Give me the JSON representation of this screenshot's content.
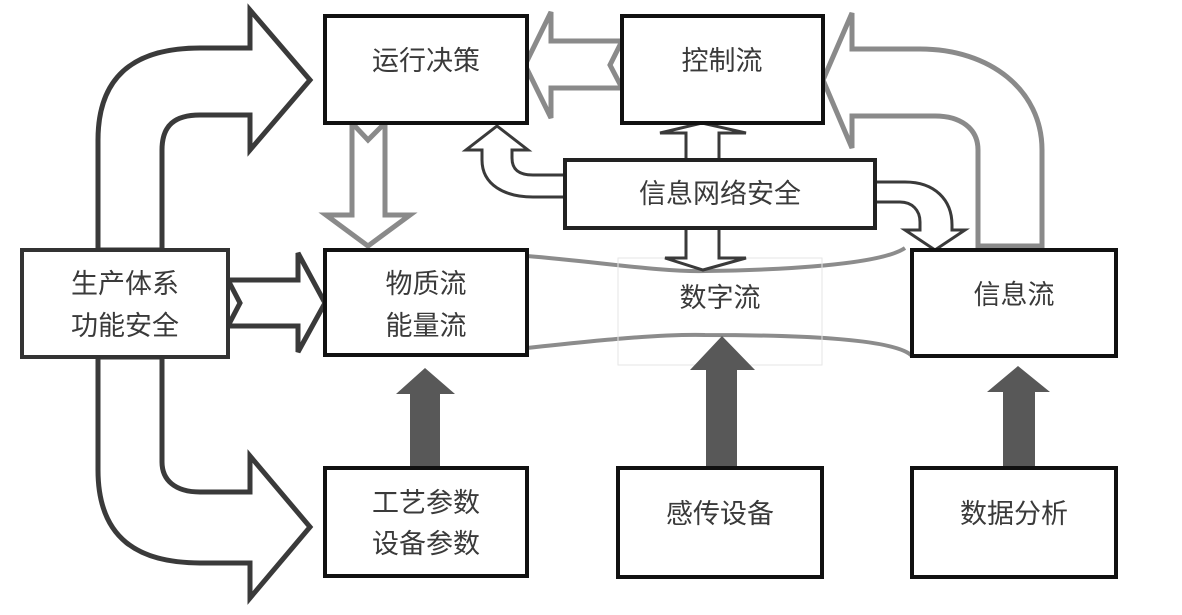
{
  "diagram": {
    "nodes": {
      "decision": {
        "lines": [
          "运行决策"
        ]
      },
      "control_flow": {
        "lines": [
          "控制流"
        ]
      },
      "info_network_security": {
        "lines": [
          "信息网络安全"
        ]
      },
      "production_safety": {
        "lines": [
          "生产体系",
          "功能安全"
        ]
      },
      "material_energy_flow": {
        "lines": [
          "物质流",
          "能量流"
        ]
      },
      "digital_flow": {
        "lines": [
          "数字流"
        ]
      },
      "info_flow": {
        "lines": [
          "信息流"
        ]
      },
      "process_params": {
        "lines": [
          "工艺参数",
          "设备参数"
        ]
      },
      "sensing_devices": {
        "lines": [
          "感传设备"
        ]
      },
      "data_analysis": {
        "lines": [
          "数据分析"
        ]
      }
    },
    "edges": [
      {
        "from": "production_safety",
        "to": "decision",
        "style": "dark-outline-curved"
      },
      {
        "from": "production_safety",
        "to": "material_energy_flow",
        "style": "dark-outline"
      },
      {
        "from": "production_safety",
        "to": "process_params",
        "style": "dark-outline-curved"
      },
      {
        "from": "control_flow",
        "to": "decision",
        "style": "gray-outline"
      },
      {
        "from": "decision",
        "to": "material_energy_flow",
        "style": "gray-outline"
      },
      {
        "from": "info_flow",
        "to": "control_flow",
        "style": "gray-outline-curved"
      },
      {
        "from": "info_network_security",
        "to": "decision",
        "style": "dark-outline-curved-thin"
      },
      {
        "from": "info_network_security",
        "to": "control_flow",
        "style": "dark-outline-thin"
      },
      {
        "from": "info_network_security",
        "to": "digital_flow",
        "style": "dark-outline-thin"
      },
      {
        "from": "info_network_security",
        "to": "info_flow",
        "style": "dark-outline-curved-thin"
      },
      {
        "from": "process_params",
        "to": "material_energy_flow",
        "style": "solid-dark"
      },
      {
        "from": "sensing_devices",
        "to": "digital_flow",
        "style": "solid-dark"
      },
      {
        "from": "data_analysis",
        "to": "info_flow",
        "style": "solid-dark"
      }
    ],
    "colors": {
      "box_border": "#111111",
      "dark_arrow": "#3a3a3a",
      "gray_arrow": "#8a8a8a",
      "solid_arrow_fill": "#585858",
      "channel_line": "#8c8c8c"
    }
  }
}
